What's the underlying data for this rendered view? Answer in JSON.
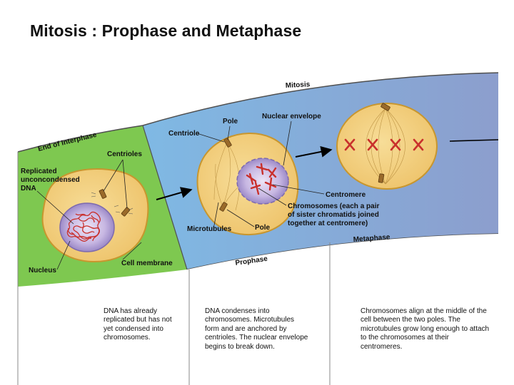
{
  "title": "Mitosis : Prophase and Metaphase",
  "bands": {
    "mitosis": "Mitosis",
    "end_of_interphase": "End of Interphase",
    "prophase": "Prophase",
    "metaphase": "Metaphase"
  },
  "labels": {
    "replicated_dna": [
      "Replicated",
      "unconcondensed",
      "DNA"
    ],
    "centrioles": "Centrioles",
    "nucleus": "Nucleus",
    "cell_membrane": "Cell membrane",
    "pole_top": "Pole",
    "centriole": "Centriole",
    "nuclear_envelope": "Nuclear envelope",
    "microtubules": "Microtubules",
    "pole_bottom": "Pole",
    "centromere": "Centromere",
    "chromosomes": [
      "Chromosomes (each a pair",
      "of sister chromatids joined",
      "together at centromere)"
    ]
  },
  "descriptions": {
    "interphase": "DNA has already replicated but has not yet condensed into chromosomes.",
    "prophase": "DNA condenses into chromosomes. Microtubules form and are anchored by centrioles. The nuclear envelope begins to break down.",
    "metaphase": "Chromosomes align at the middle of the cell between the two poles. The microtubules grow long enough to attach to the chromosomes at their centromeres."
  },
  "colors": {
    "interphase_band": "#7ec850",
    "mitosis_band_start": "#7fb9e4",
    "mitosis_band_end": "#8c9ecd",
    "cell_fill": "#f3cf7d",
    "cell_edge": "#c8962e",
    "nucleus_fill": "#b9a6d8",
    "chromosome": "#c9302c"
  }
}
